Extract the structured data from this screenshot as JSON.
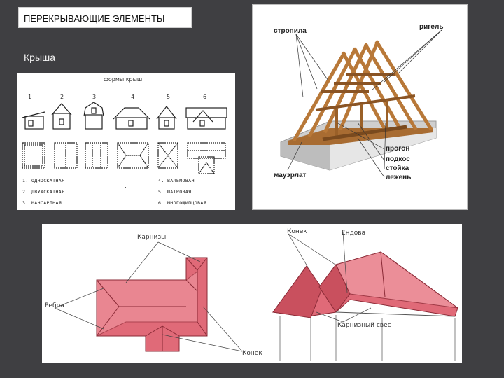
{
  "slide": {
    "title": "ПЕРЕКРЫВАЮЩИЕ ЭЛЕМЕНТЫ",
    "subtitle": "Крыша"
  },
  "roof_forms": {
    "heading": "формы   крыш",
    "numbers": [
      "1",
      "2",
      "3",
      "4",
      "5",
      "6"
    ],
    "legend_left": [
      "1. односкатная",
      "2. двухскатная",
      "3. мансардная"
    ],
    "legend_right": [
      "4. вальмовая",
      "5. шатровая",
      "6. многощипцовая"
    ]
  },
  "rafter_diagram": {
    "labels": {
      "stropila": "стропила",
      "rigel": "ригель",
      "progon": "прогон",
      "podkos": "подкос",
      "stoyka": "стойка",
      "lezhen": "лежень",
      "mauerlat": "мауэрлат"
    },
    "colors": {
      "wood": "#b87838",
      "wood_dark": "#8a5424",
      "slab": "#d9d9d9"
    }
  },
  "roof_elements": {
    "labels": {
      "karnizy": "Карнизы",
      "rebra": "Ребра",
      "konek_plan": "Конек",
      "konek_persp": "Конек",
      "endova": "Ендова",
      "karniznyi_sves": "Карнизный свес"
    },
    "colors": {
      "roof_fill": "#e06a78",
      "roof_dark": "#c9505e",
      "roof_light": "#ef9aa3"
    }
  }
}
